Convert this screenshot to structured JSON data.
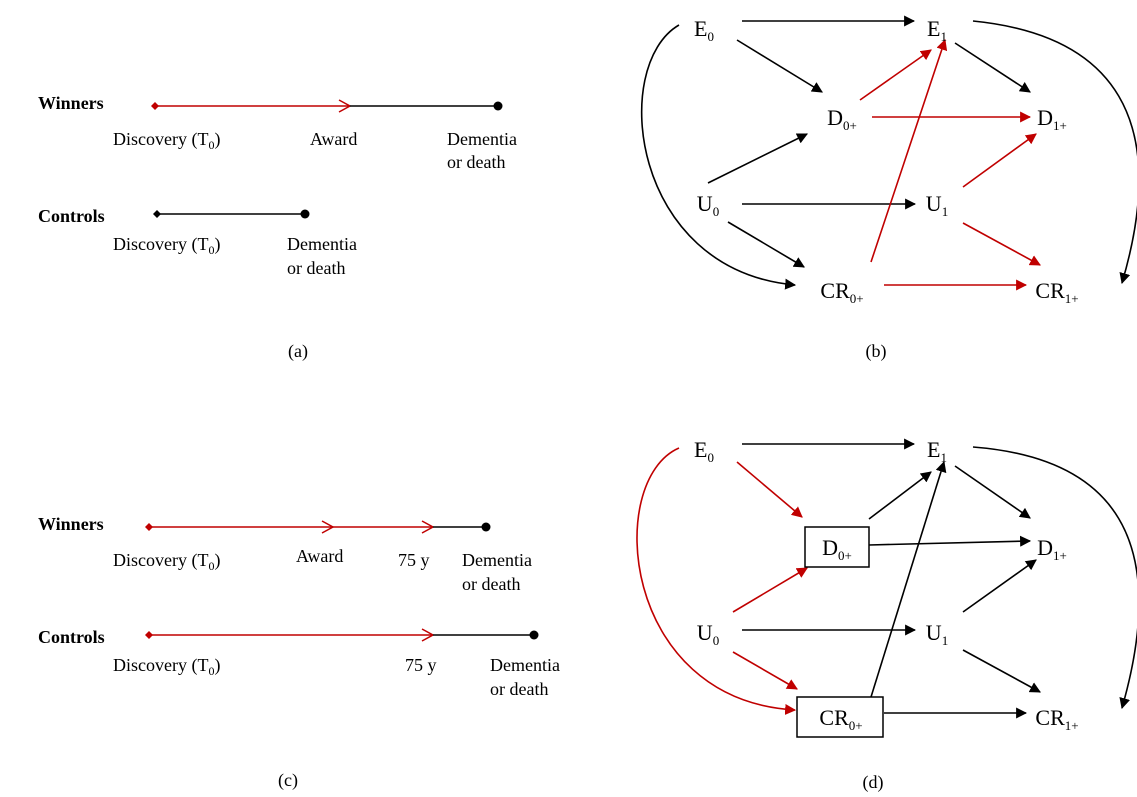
{
  "colors": {
    "black": "#000000",
    "red": "#c00000"
  },
  "panel_a": {
    "caption": "(a)",
    "winners": {
      "label": "Winners",
      "discovery": "Discovery (T",
      "t0_sub": "0",
      "discovery_close": ")",
      "award": "Award",
      "end_line1": "Dementia",
      "end_line2": "or death"
    },
    "controls": {
      "label": "Controls",
      "discovery": "Discovery (T",
      "t0_sub": "0",
      "discovery_close": ")",
      "end_line1": "Dementia",
      "end_line2": "or death"
    }
  },
  "panel_c": {
    "caption": "(c)",
    "winners": {
      "label": "Winners",
      "discovery": "Discovery (T",
      "t0_sub": "0",
      "discovery_close": ")",
      "award": "Award",
      "age": "75 y",
      "end_line1": "Dementia",
      "end_line2": "or death"
    },
    "controls": {
      "label": "Controls",
      "discovery": "Discovery (T",
      "t0_sub": "0",
      "discovery_close": ")",
      "age": "75 y",
      "end_line1": "Dementia",
      "end_line2": "or death"
    }
  },
  "panel_b": {
    "caption": "(b)",
    "nodes": {
      "E0": {
        "base": "E",
        "sub": "0"
      },
      "E1": {
        "base": "E",
        "sub": "1"
      },
      "D0": {
        "base": "D",
        "sub": "0+"
      },
      "D1": {
        "base": "D",
        "sub": "1+"
      },
      "U0": {
        "base": "U",
        "sub": "0"
      },
      "U1": {
        "base": "U",
        "sub": "1"
      },
      "CR0": {
        "base": "CR",
        "sub": "0+"
      },
      "CR1": {
        "base": "CR",
        "sub": "1+"
      }
    },
    "edges": [
      {
        "from": "E0",
        "to": "E1",
        "color": "black"
      },
      {
        "from": "E0",
        "to": "D0",
        "color": "black"
      },
      {
        "from": "E0",
        "to": "CR0",
        "color": "black",
        "curved": true
      },
      {
        "from": "E1",
        "to": "D1",
        "color": "black"
      },
      {
        "from": "E1",
        "to": "CR1",
        "color": "black",
        "curved": true
      },
      {
        "from": "D0",
        "to": "E1",
        "color": "red"
      },
      {
        "from": "D0",
        "to": "D1",
        "color": "red"
      },
      {
        "from": "U0",
        "to": "D0",
        "color": "black"
      },
      {
        "from": "U0",
        "to": "U1",
        "color": "black"
      },
      {
        "from": "U0",
        "to": "CR0",
        "color": "black"
      },
      {
        "from": "U1",
        "to": "D1",
        "color": "red"
      },
      {
        "from": "U1",
        "to": "CR1",
        "color": "red"
      },
      {
        "from": "CR0",
        "to": "E1",
        "color": "red"
      },
      {
        "from": "CR0",
        "to": "CR1",
        "color": "red"
      }
    ]
  },
  "panel_d": {
    "caption": "(d)",
    "boxed_nodes": [
      "D0",
      "CR0"
    ],
    "nodes": {
      "E0": {
        "base": "E",
        "sub": "0"
      },
      "E1": {
        "base": "E",
        "sub": "1"
      },
      "D0": {
        "base": "D",
        "sub": "0+"
      },
      "D1": {
        "base": "D",
        "sub": "1+"
      },
      "U0": {
        "base": "U",
        "sub": "0"
      },
      "U1": {
        "base": "U",
        "sub": "1"
      },
      "CR0": {
        "base": "CR",
        "sub": "0+"
      },
      "CR1": {
        "base": "CR",
        "sub": "1+"
      }
    },
    "edges": [
      {
        "from": "E0",
        "to": "E1",
        "color": "black"
      },
      {
        "from": "E0",
        "to": "D0",
        "color": "red"
      },
      {
        "from": "E0",
        "to": "CR0",
        "color": "red",
        "curved": true
      },
      {
        "from": "E1",
        "to": "D1",
        "color": "black"
      },
      {
        "from": "E1",
        "to": "CR1",
        "color": "black",
        "curved": true
      },
      {
        "from": "D0",
        "to": "E1",
        "color": "black"
      },
      {
        "from": "D0",
        "to": "D1",
        "color": "black"
      },
      {
        "from": "U0",
        "to": "D0",
        "color": "red"
      },
      {
        "from": "U0",
        "to": "U1",
        "color": "black"
      },
      {
        "from": "U0",
        "to": "CR0",
        "color": "red"
      },
      {
        "from": "U1",
        "to": "D1",
        "color": "black"
      },
      {
        "from": "U1",
        "to": "CR1",
        "color": "black"
      },
      {
        "from": "CR0",
        "to": "E1",
        "color": "black"
      },
      {
        "from": "CR0",
        "to": "CR1",
        "color": "black"
      }
    ]
  }
}
